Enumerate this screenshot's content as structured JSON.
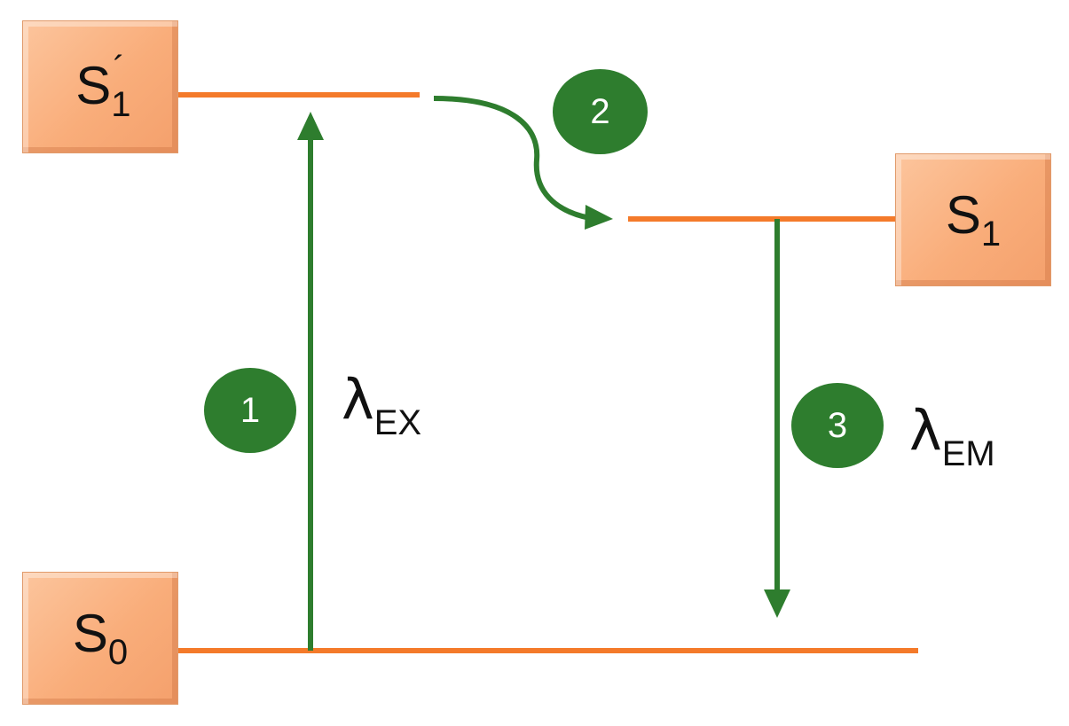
{
  "states": {
    "s1_prime": {
      "symbol": "S",
      "subscript": "1",
      "prime": "´"
    },
    "s1": {
      "symbol": "S",
      "subscript": "1"
    },
    "s0": {
      "symbol": "S",
      "subscript": "0"
    }
  },
  "steps": {
    "excitation": "1",
    "relaxation": "2",
    "emission": "3"
  },
  "wavelengths": {
    "excitation": {
      "symbol": "λ",
      "subscript": "EX"
    },
    "emission": {
      "symbol": "λ",
      "subscript": "EM"
    }
  },
  "colors": {
    "energy_level": "#f47a2a",
    "arrow": "#2e7d2e",
    "badge": "#2e7d2e",
    "state_box": "#f9ad7a"
  }
}
